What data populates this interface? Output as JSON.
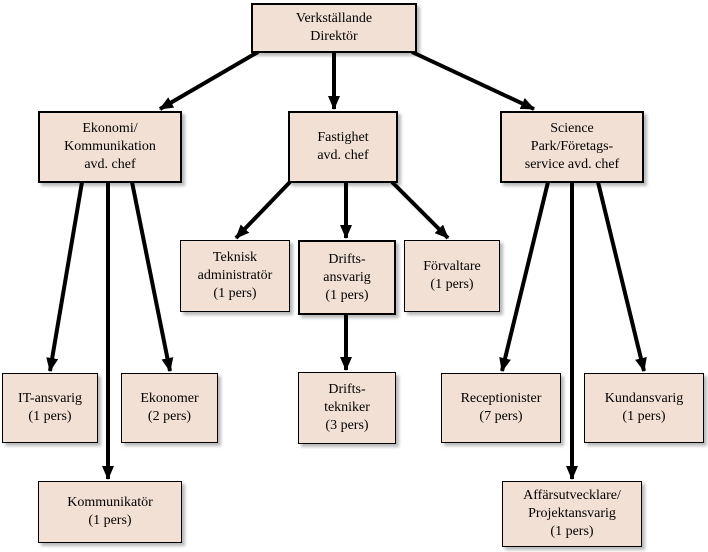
{
  "diagram": {
    "colors": {
      "box_fill": "#f2e0d4",
      "line": "#000000"
    },
    "nodes": {
      "vd": [
        "Verkställande",
        "Direktör"
      ],
      "eko": [
        "Ekonomi/",
        "Kommunikation",
        "avd. chef"
      ],
      "fast": [
        "Fastighet",
        "avd. chef"
      ],
      "sci": [
        "Science",
        "Park/Företags-",
        "service avd. chef"
      ],
      "tek": [
        "Teknisk",
        "administratör",
        "(1 pers)"
      ],
      "drift": [
        "Drifts-",
        "ansvarig",
        "(1 pers)"
      ],
      "forv": [
        "Förvaltare",
        "(1 pers)"
      ],
      "drifttek": [
        "Drifts-",
        "tekniker",
        "(3 pers)"
      ],
      "it": [
        "IT-ansvarig",
        "(1 pers)"
      ],
      "ekonomer": [
        "Ekonomer",
        "(2 pers)"
      ],
      "komm": [
        "Kommunikatör",
        "(1 pers)"
      ],
      "rec": [
        "Receptionister",
        "(7 pers)"
      ],
      "kund": [
        "Kundansvarig",
        "(1 pers)"
      ],
      "aff": [
        "Affärsutvecklare/",
        "Projektansvarig",
        "(1 pers)"
      ]
    },
    "edges": [
      [
        "vd",
        "eko"
      ],
      [
        "vd",
        "fast"
      ],
      [
        "vd",
        "sci"
      ],
      [
        "eko",
        "it"
      ],
      [
        "eko",
        "ekonomer"
      ],
      [
        "eko",
        "komm"
      ],
      [
        "fast",
        "tek"
      ],
      [
        "fast",
        "drift"
      ],
      [
        "fast",
        "forv"
      ],
      [
        "drift",
        "drifttek"
      ],
      [
        "sci",
        "rec"
      ],
      [
        "sci",
        "kund"
      ],
      [
        "sci",
        "aff"
      ]
    ]
  }
}
